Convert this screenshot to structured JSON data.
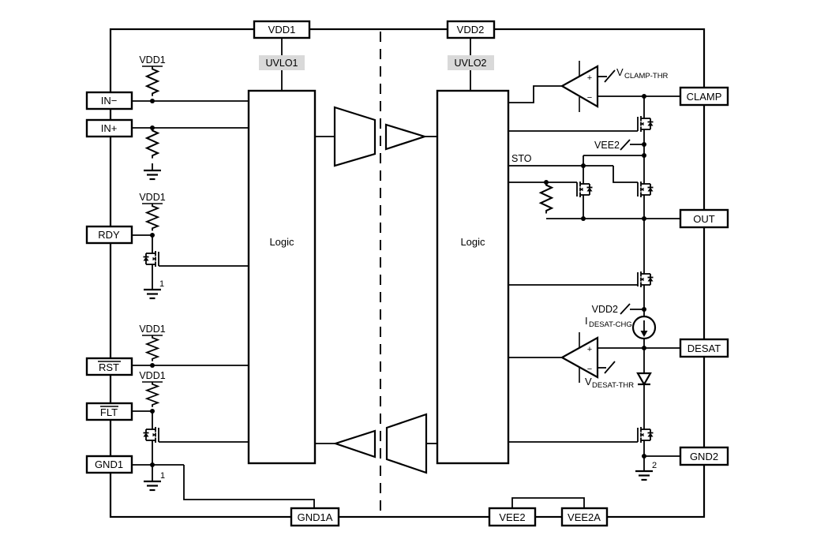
{
  "figure": {
    "pins": {
      "vdd1": "VDD1",
      "vdd2": "VDD2",
      "in_minus": "IN−",
      "in_plus": "IN+",
      "rdy": "RDY",
      "rst": "RST",
      "flt": "FLT",
      "gnd1": "GND1",
      "clamp": "CLAMP",
      "out": "OUT",
      "desat": "DESAT",
      "gnd2": "GND2",
      "gnd1a": "GND1A",
      "vee2": "VEE2",
      "vee2a": "VEE2A"
    },
    "blocks": {
      "uvlo1": "UVLO1",
      "uvlo2": "UVLO2",
      "logic1": "Logic",
      "logic2": "Logic"
    },
    "labels": {
      "vdd1_tap": "VDD1",
      "vee2_tap": "VEE2",
      "vdd2_tap": "VDD2",
      "sto": "STO",
      "v": "V",
      "i": "I",
      "clamp_thr": "CLAMP-THR",
      "desat_chg": "DESAT-CHG",
      "desat_thr": "DESAT-THR",
      "plus": "+",
      "minus": "−",
      "gnd1_ref": "1",
      "gnd2_ref": "2"
    },
    "colors": {
      "line": "#000000",
      "uvlo_bg": "#d9d9d9",
      "background": "#ffffff"
    }
  }
}
